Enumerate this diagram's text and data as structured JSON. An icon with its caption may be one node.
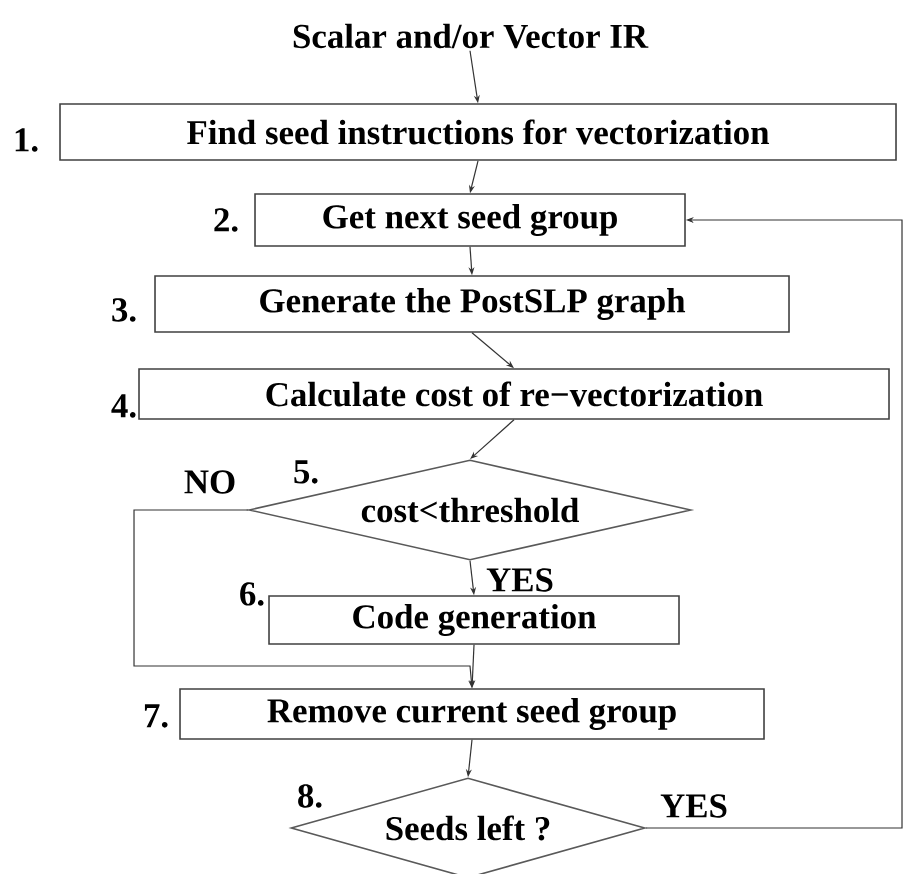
{
  "diagram": {
    "nodes": [
      {
        "text": [
          "Scalar and/or Vector IR"
        ]
      },
      {
        "text": [
          "Find seed instructions for vectorization"
        ],
        "beside": [
          "1."
        ]
      },
      {
        "text": [
          "Get next seed group"
        ],
        "beside": [
          "2."
        ]
      },
      {
        "text": [
          "Generate the PostSLP graph"
        ],
        "beside": [
          "3."
        ]
      },
      {
        "text": [
          "Calculate cost of re−vectorization"
        ],
        "beside": [
          "4."
        ]
      },
      {
        "text": [
          "cost<threshold"
        ],
        "beside": [
          "5."
        ]
      },
      {
        "text": [
          "Code generation"
        ],
        "beside": [
          "6."
        ]
      },
      {
        "text": [
          "Remove current seed group"
        ],
        "beside": [
          "7."
        ]
      },
      {
        "text": [
          "Seeds left ?"
        ],
        "beside": [
          "8."
        ]
      }
    ],
    "edges": [
      {
        "from": 0,
        "to": 1,
        "arrow": "to"
      },
      {
        "from": 1,
        "to": 2,
        "arrow": "to"
      },
      {
        "from": 2,
        "to": 3,
        "arrow": "to"
      },
      {
        "from": 3,
        "to": 4,
        "arrow": "to"
      },
      {
        "from": 4,
        "to": 5,
        "arrow": "to"
      },
      {
        "from": 5,
        "to": 6,
        "arrow": "to",
        "label": "YES"
      },
      {
        "from": 5,
        "to": 7,
        "arrow": "to",
        "label": "NO"
      },
      {
        "from": 6,
        "to": 7,
        "arrow": "to"
      },
      {
        "from": 7,
        "to": 8,
        "arrow": "to"
      },
      {
        "from": 8,
        "to": 2,
        "arrow": "to",
        "label": "YES"
      }
    ]
  }
}
